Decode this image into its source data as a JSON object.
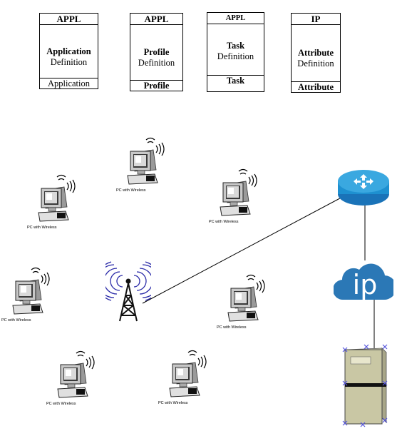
{
  "definition_boxes": [
    {
      "header": "APPL",
      "title": "Application",
      "subtitle": "Definition",
      "footer": "Application",
      "footer_bold": false
    },
    {
      "header": "APPL",
      "title": "Profile",
      "subtitle": "Definition",
      "footer": "Profile",
      "footer_bold": true
    },
    {
      "header": "APPL",
      "title": "Task",
      "subtitle": "Definition",
      "footer": "Task",
      "footer_bold": true
    },
    {
      "header": "IP",
      "title": "Attribute",
      "subtitle": "Definition",
      "footer": "Attribute",
      "footer_bold": true
    }
  ],
  "pc_label": "PC with Wireless",
  "network_icons": [
    "wireless-pc-icon",
    "antenna-tower-icon",
    "router-icon",
    "ip-cloud-icon",
    "server-icon"
  ],
  "cloud_text": "ip",
  "colors": {
    "router": "#1e90d0",
    "cloud": "#2b78b6",
    "tower_waves": "#2a2aa8",
    "server": "#c9c7a4"
  }
}
